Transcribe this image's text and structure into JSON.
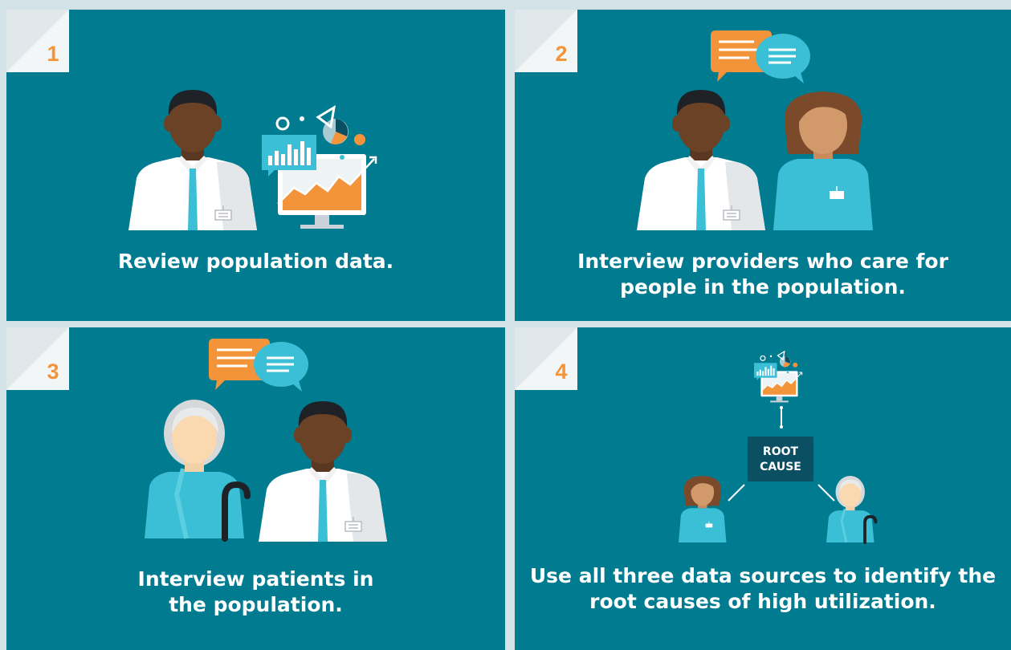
{
  "panels": [
    {
      "number": "1",
      "caption_lines": [
        "Review population data."
      ]
    },
    {
      "number": "2",
      "caption_lines": [
        "Interview providers who care for",
        "people in the population."
      ]
    },
    {
      "number": "3",
      "caption_lines": [
        "Interview patients in",
        "the population."
      ]
    },
    {
      "number": "4",
      "caption_lines": [
        "Use all three data sources to identify the",
        "root causes of high utilization."
      ]
    }
  ],
  "root_cause": {
    "line1": "ROOT",
    "line2": "CAUSE"
  },
  "colors": {
    "panel": "#007b90",
    "background": "#d3e2e6",
    "accent_orange": "#f3943a",
    "accent_teal": "#3bbfd6",
    "skin_dark": "#5a3720",
    "root_cause_box": "#0b4f63"
  }
}
